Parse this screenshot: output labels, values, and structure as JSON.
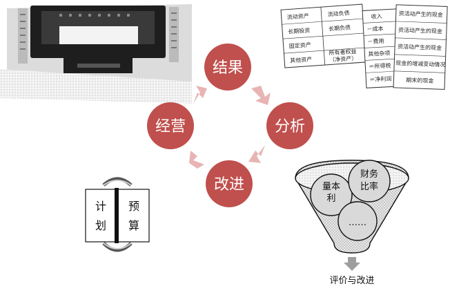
{
  "cycle": {
    "nodes": {
      "result": "结果",
      "analysis": "分析",
      "improve": "改进",
      "operation": "经营"
    },
    "color": "#c0504d",
    "arrow_color": "#e8b4b4"
  },
  "statements": {
    "balance_left": [
      "流动资产",
      "长期投资",
      "固定资产",
      "其他资产"
    ],
    "balance_right": [
      "流动负债",
      "长期负债",
      "所有者权益",
      "（净资产）"
    ],
    "income": [
      "收入",
      "－成本",
      "－费用",
      "其他杂项",
      "＝所得税",
      "＝净利润"
    ],
    "cashflow": [
      "资活动产生的现金",
      "资活动产生的现金",
      "资活动产生的现金",
      "现金的增减变动情况",
      "期末的现金"
    ]
  },
  "funnel": {
    "circle_cvp_line1": "量本",
    "circle_cvp_line2": "利",
    "circle_ratio_line1": "财务",
    "circle_ratio_line2": "比率",
    "circle_third": "……",
    "output_label": "评价与改进"
  },
  "book": {
    "left_line1": "计",
    "left_line2": "划",
    "right_line1": "预",
    "right_line2": "算"
  }
}
